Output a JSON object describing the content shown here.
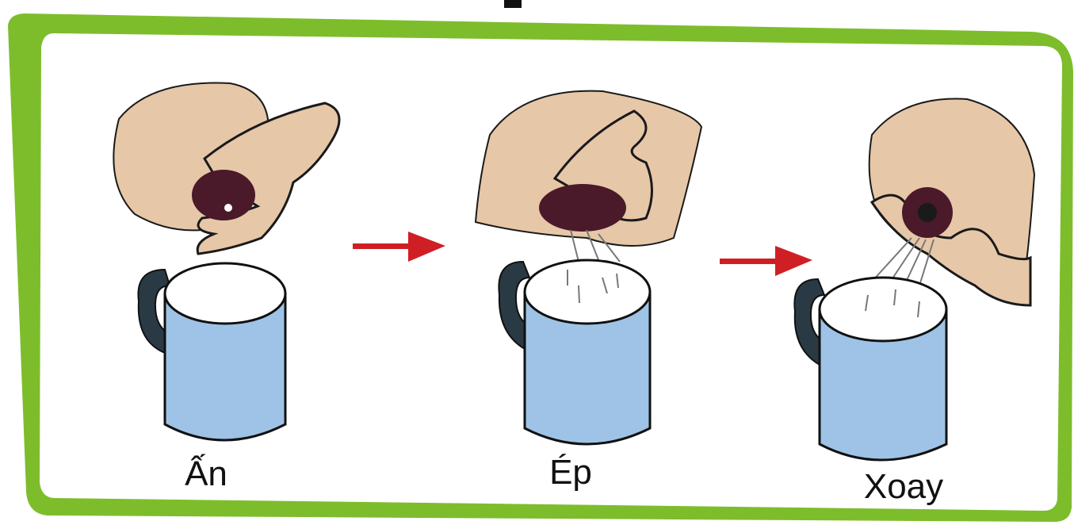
{
  "steps": [
    {
      "label": "Ấn"
    },
    {
      "label": "Ép"
    },
    {
      "label": "Xoay"
    }
  ],
  "colors": {
    "frame_green": "#7dbd2b",
    "skin": "#e6c7a8",
    "areola": "#4a1a2a",
    "cup_blue": "#9ec3e6",
    "arrow_red": "#d01f24"
  }
}
